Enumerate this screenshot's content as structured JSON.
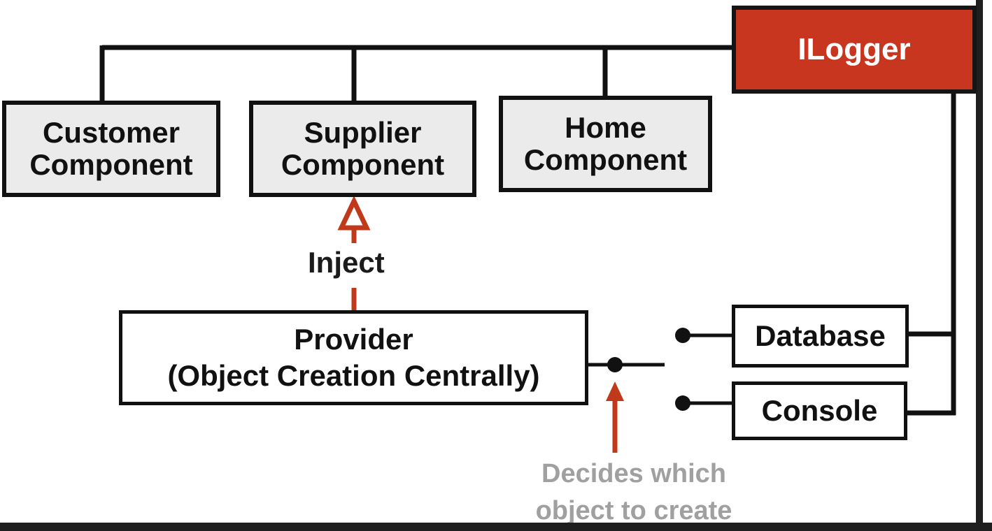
{
  "diagram": {
    "interface": "ILogger",
    "components": [
      {
        "line1": "Customer",
        "line2": "Component"
      },
      {
        "line1": "Supplier",
        "line2": "Component"
      },
      {
        "line1": "Home",
        "line2": "Component"
      }
    ],
    "inject_label": "Inject",
    "provider": {
      "line1": "Provider",
      "line2": "(Object Creation Centrally)"
    },
    "implementations": [
      "Database",
      "Console"
    ],
    "note": {
      "line1": "Decides which",
      "line2": "object to create"
    }
  },
  "colors": {
    "accent": "#c8361f",
    "arrow": "#c0391b",
    "note_text": "#a0a0a0",
    "line": "#111111"
  }
}
